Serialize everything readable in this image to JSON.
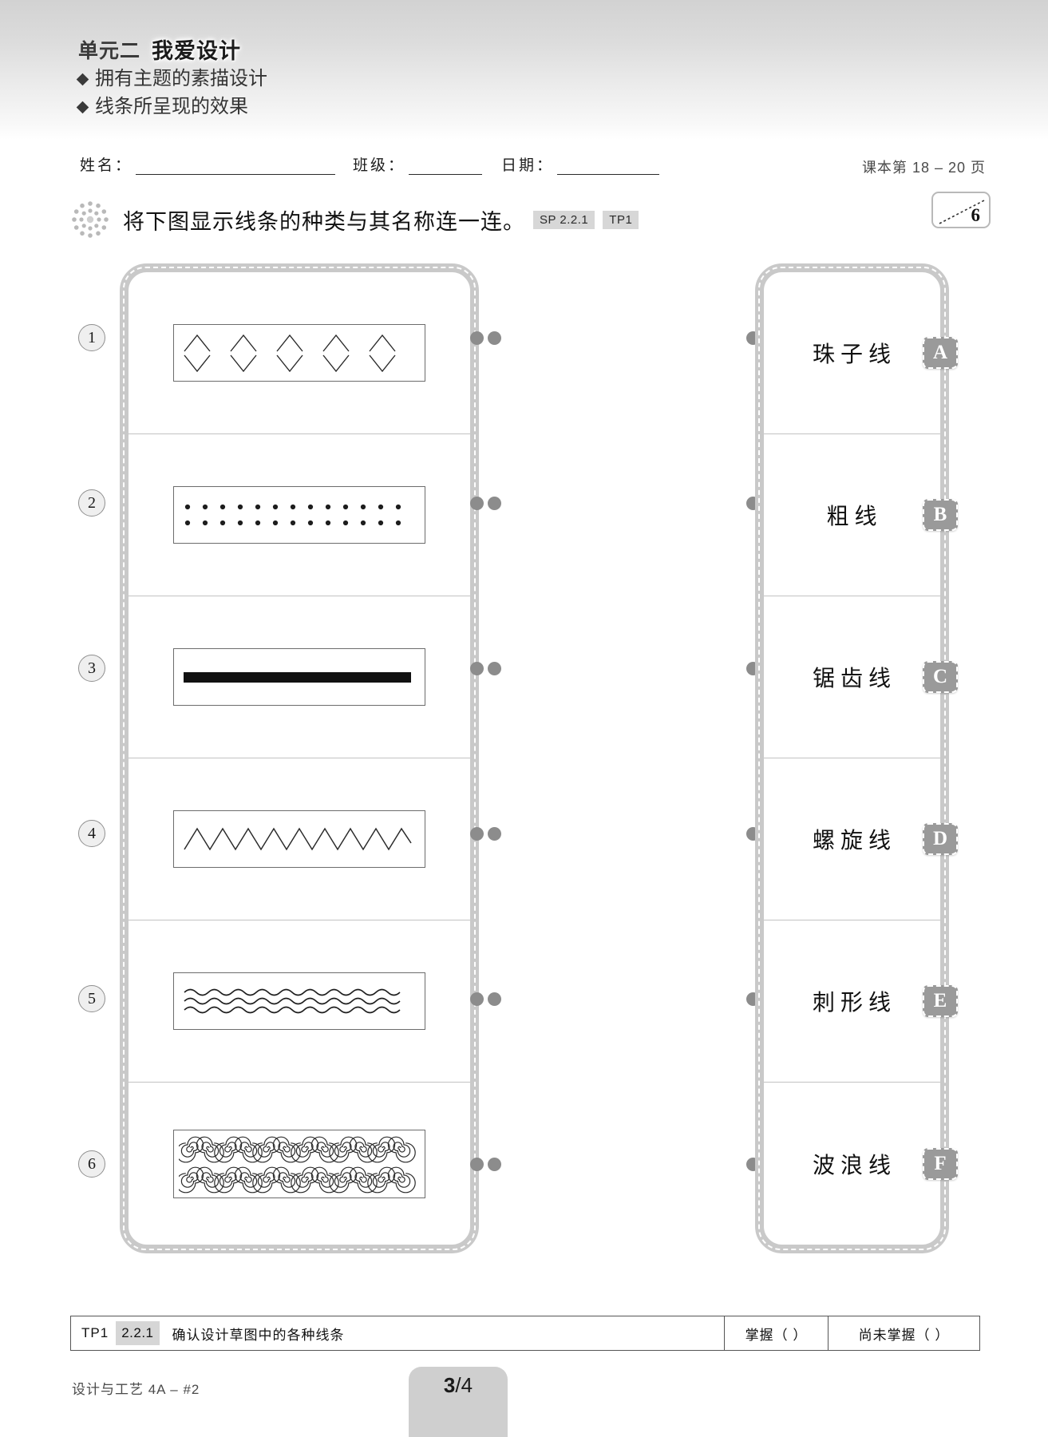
{
  "header": {
    "unit_number": "单元二",
    "unit_title": "我爱设计",
    "objectives": [
      "拥有主题的素描设计",
      "线条所呈现的效果"
    ]
  },
  "info": {
    "name_label": "姓名：",
    "class_label": "班级：",
    "date_label": "日期：",
    "textbook_ref": "课本第 18 – 20 页"
  },
  "instruction": {
    "text": "将下图显示线条的种类与其名称连一连。",
    "badge_sp": "SP 2.2.1",
    "badge_tp": "TP1",
    "score_value": "6",
    "flower_icon": "flower-dots-icon"
  },
  "match": {
    "left_items": [
      {
        "number": "1",
        "pattern": "chevron-spike-rows",
        "pattern_name": "刺形线"
      },
      {
        "number": "2",
        "pattern": "bead-dot-rows",
        "pattern_name": "珠子线"
      },
      {
        "number": "3",
        "pattern": "thick-solid-bar",
        "pattern_name": "粗线"
      },
      {
        "number": "4",
        "pattern": "zigzag-sawtooth",
        "pattern_name": "锯齿线"
      },
      {
        "number": "5",
        "pattern": "wavy-lines",
        "pattern_name": "波浪线"
      },
      {
        "number": "6",
        "pattern": "spiral-scroll-rows",
        "pattern_name": "螺旋线"
      }
    ],
    "right_items": [
      {
        "letter": "A",
        "label": "珠子线"
      },
      {
        "letter": "B",
        "label": "粗线"
      },
      {
        "letter": "C",
        "label": "锯齿线"
      },
      {
        "letter": "D",
        "label": "螺旋线"
      },
      {
        "letter": "E",
        "label": "刺形线"
      },
      {
        "letter": "F",
        "label": "波浪线"
      }
    ]
  },
  "footer_table": {
    "tp": "TP1",
    "code": "2.2.1",
    "description": "确认设计草图中的各种线条",
    "mastered": "掌握（        ）",
    "not_mastered": "尚未掌握（        ）"
  },
  "page_footer": {
    "doc_id": "设计与工艺 4A – #2",
    "page_current": "3",
    "page_sep": "/",
    "page_total": "4"
  },
  "colors": {
    "frame_gray": "#c9c9c9",
    "tag_gray": "#9a9a9a",
    "dot_gray": "#8c8c8c",
    "badge_gray": "#d7d7d7"
  }
}
